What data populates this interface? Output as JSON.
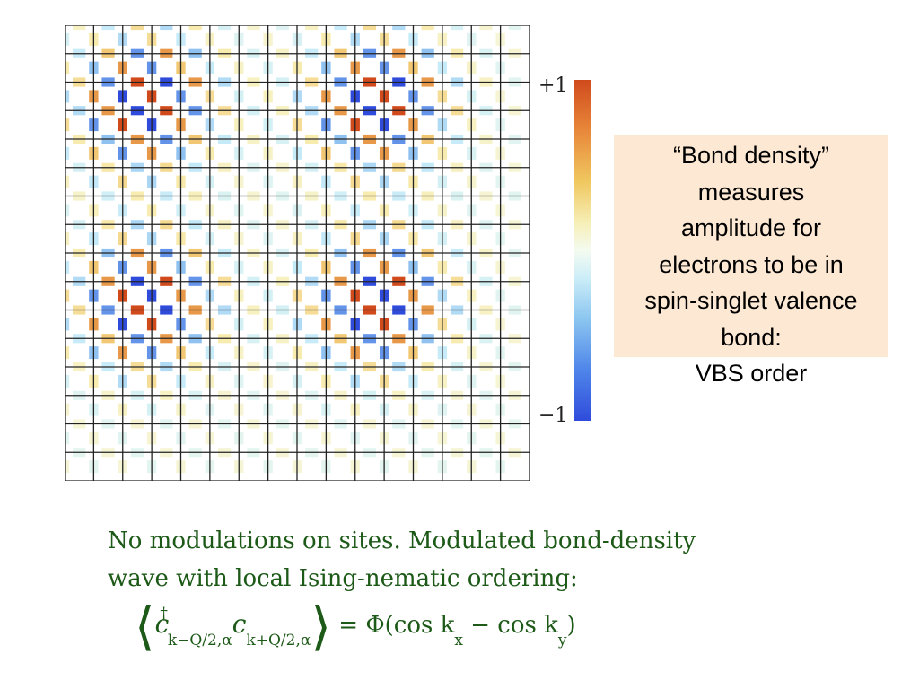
{
  "colorbar": {
    "max_label": "+1",
    "min_label": "−1"
  },
  "callout": {
    "lines": [
      "“Bond density”",
      "measures",
      "amplitude for",
      "electrons to be in",
      "spin-singlet valence",
      "bond:",
      "VBS order"
    ]
  },
  "caption": {
    "line1": "No modulations on sites. Modulated bond-density",
    "line2": "wave with local Ising-nematic ordering:"
  },
  "formula": {
    "open": "⟨",
    "op1": "c",
    "dagger": "†",
    "sub1": "k−Q/2,α",
    "op2": "c",
    "sub2": "k+Q/2,α",
    "close": "⟩",
    "rhs": " = Φ(cos k",
    "sub_x": "x",
    "minus": " − cos k",
    "sub_y": "y",
    "end": ")"
  },
  "colors": {
    "positive": "#d04a1c",
    "negative": "#2f4bdb",
    "caption": "#1d5a18",
    "callout_bg": "#fde9d3"
  }
}
